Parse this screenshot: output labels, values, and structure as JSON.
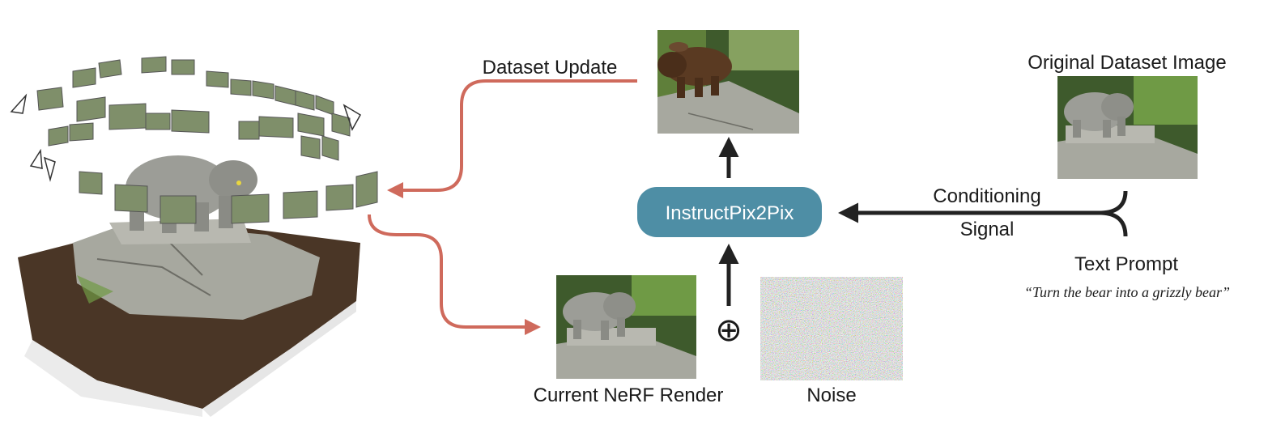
{
  "labels": {
    "dataset_update": "Dataset Update",
    "original_dataset_image": "Original Dataset Image",
    "conditioning_line1": "Conditioning",
    "conditioning_line2": "Signal",
    "text_prompt": "Text Prompt",
    "prompt_quote": "“Turn the bear into a grizzly bear”",
    "current_render": "Current NeRF Render",
    "noise": "Noise",
    "plus_symbol": "⊕"
  },
  "node": {
    "label": "InstructPix2Pix"
  },
  "colors": {
    "node_fill": "#4e8ea5",
    "update_arrow": "#cf6a5c",
    "flow_arrow": "#222222",
    "rock": "#a7a89f",
    "statue": "#9c9d97",
    "grass": "#6f9a45",
    "forest": "#3e5a2c",
    "grizzly": "#5a3a22",
    "soil": "#4a3626"
  }
}
